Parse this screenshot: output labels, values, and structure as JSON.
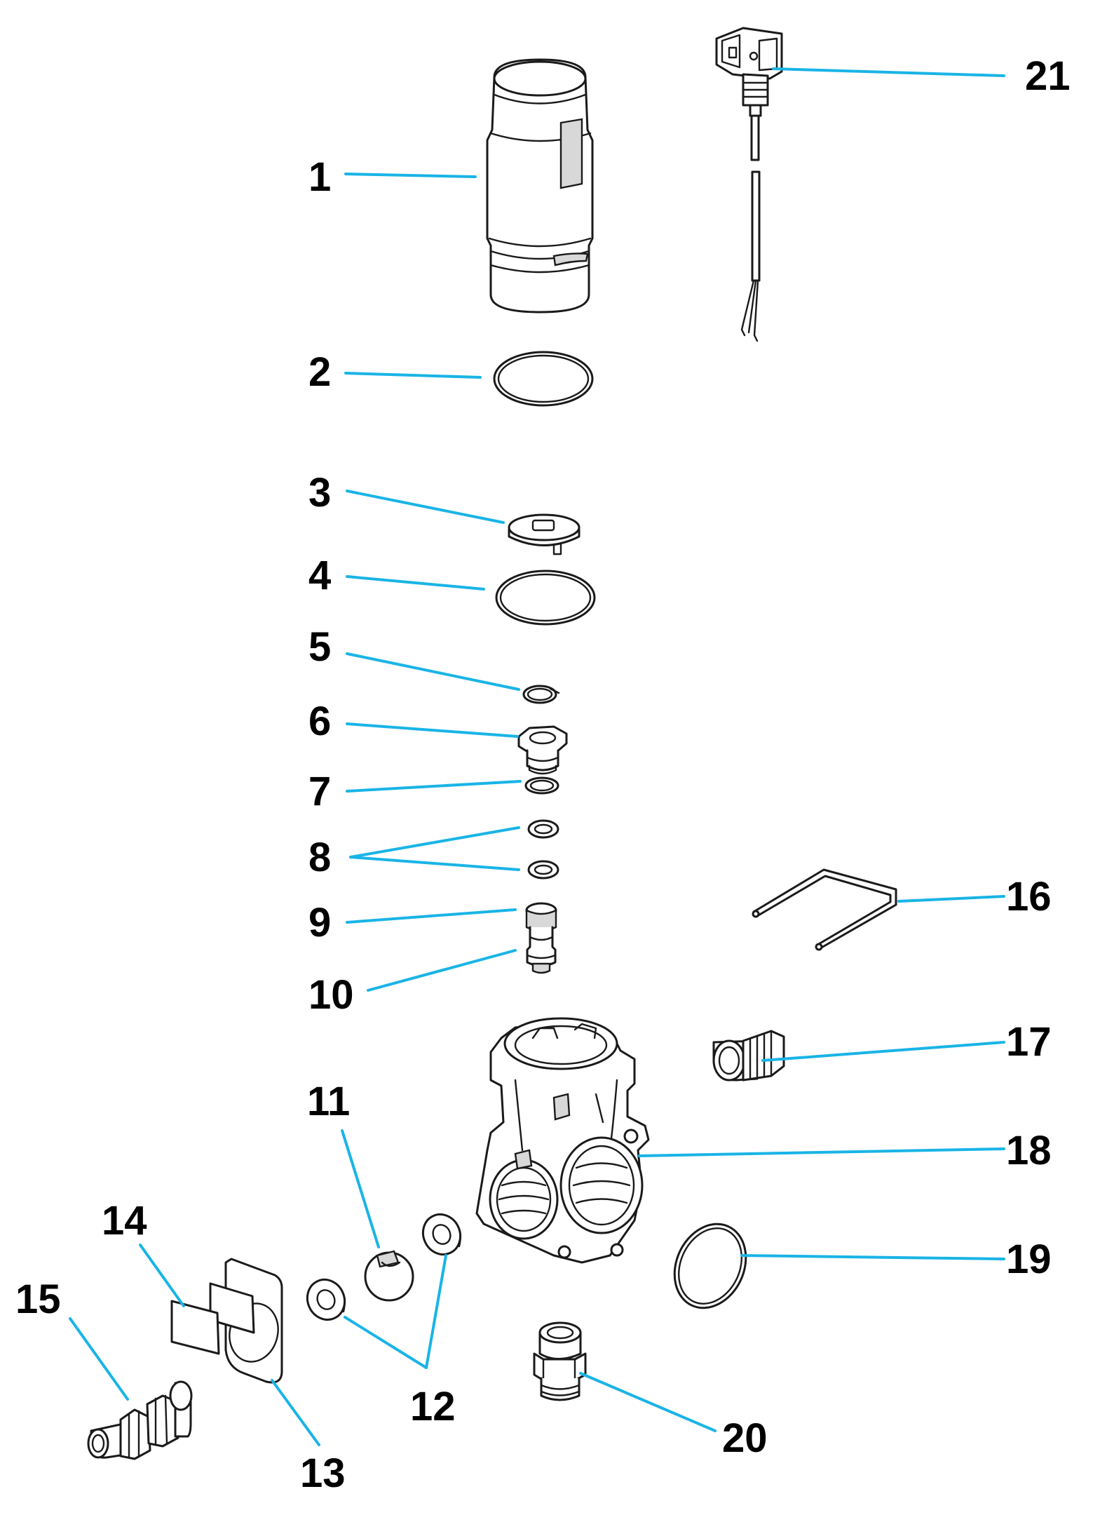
{
  "leader_color": "#19b4e6",
  "labels": {
    "p1": "1",
    "p2": "2",
    "p3": "3",
    "p4": "4",
    "p5": "5",
    "p6": "6",
    "p7": "7",
    "p8": "8",
    "p9": "9",
    "p10": "10",
    "p11": "11",
    "p12": "12",
    "p13": "13",
    "p14": "14",
    "p15": "15",
    "p16": "16",
    "p17": "17",
    "p18": "18",
    "p19": "19",
    "p20": "20",
    "p21": "21"
  }
}
